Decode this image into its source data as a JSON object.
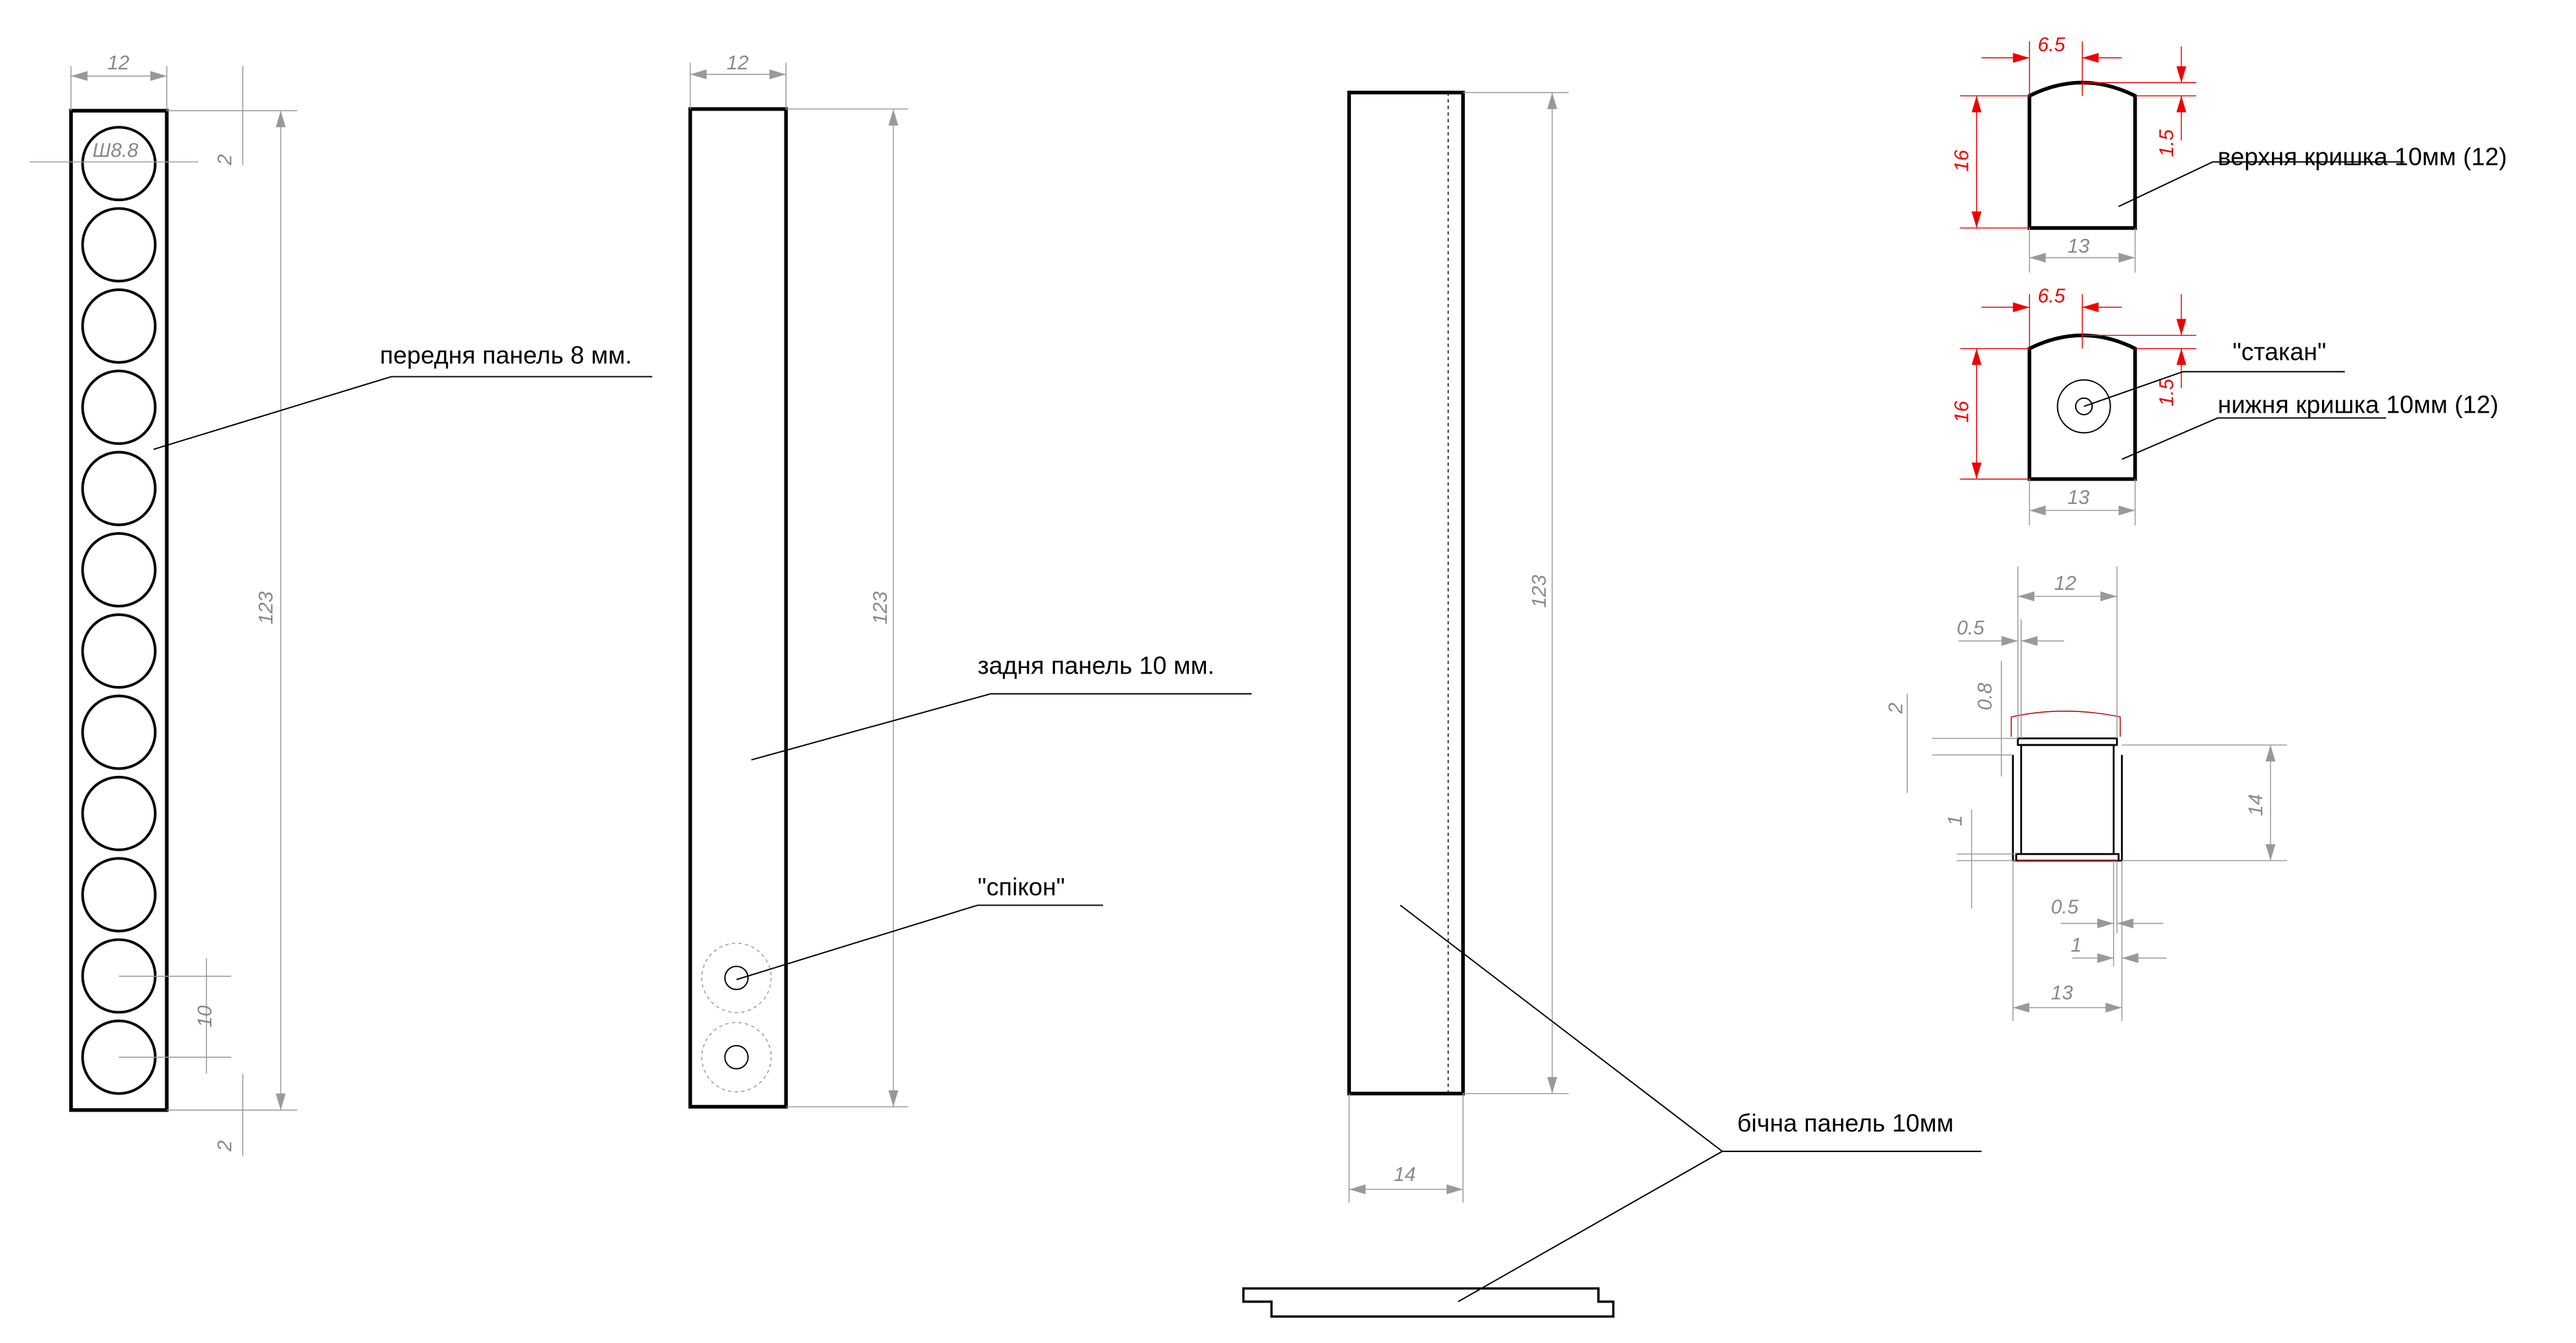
{
  "labels": {
    "front_panel": "передня панель 8 мм.",
    "back_panel": "задня панель 10 мм.",
    "spikon": "\"спікон\"",
    "side_panel": "бічна панель 10мм",
    "top_cover": "верхня кришка 10мм (12)",
    "stakan": "\"стакан\"",
    "bottom_cover": "нижня кришка 10мм (12)"
  },
  "front": {
    "width": "12",
    "height": "123",
    "hole": "Ш8.8",
    "top_gap": "2",
    "bottom_gap": "2",
    "pitch": "10",
    "hole_count": 12
  },
  "back": {
    "width": "12",
    "height": "123"
  },
  "side": {
    "width": "14",
    "height": "123"
  },
  "top_cover": {
    "half_width": "6.5",
    "height": "16",
    "arc": "1.5",
    "width": "13"
  },
  "bottom_cover": {
    "half_width": "6.5",
    "height": "16",
    "arc": "1.5",
    "width": "13"
  },
  "section": {
    "inner_width": "12",
    "offset_top": "0.5",
    "d08": "0.8",
    "d2": "2",
    "d1_left": "1",
    "height": "14",
    "offset_bottom": "0.5",
    "d1_bottom": "1",
    "outer_width": "13"
  },
  "colors": {
    "object": "#000000",
    "dimension": "#999999",
    "accent_dimension": "#e00000"
  }
}
